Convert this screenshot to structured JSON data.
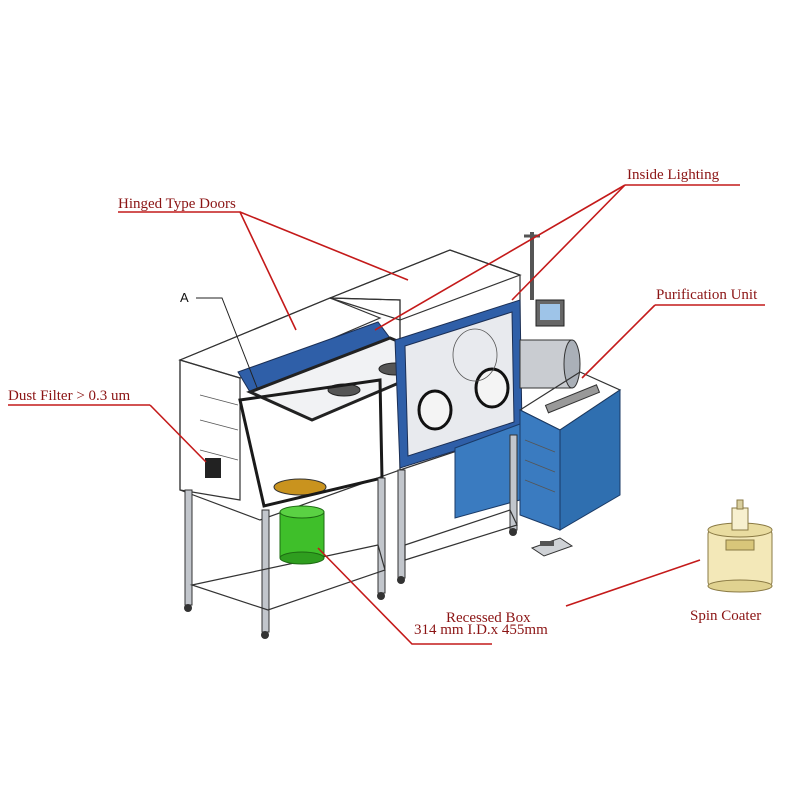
{
  "callouts": {
    "hinged_doors": "Hinged Type Doors",
    "inside_lighting": "Inside Lighting",
    "purification_unit": "Purification Unit",
    "dust_filter": "Dust Filter > 0.3 um",
    "recessed_box_line1": "Recessed Box",
    "recessed_box_line2": "314 mm I.D.x 455mm",
    "spin_coater": "Spin Coater",
    "detail_marker": "A"
  },
  "colors": {
    "leader_line": "#c41a1a",
    "label_text": "#8b1414",
    "chamber_frame": "#2f5fa8",
    "purifier_panel": "#2f6fb0",
    "recessed_box": "#3fbf2a",
    "steel": "#c9ccd1"
  }
}
